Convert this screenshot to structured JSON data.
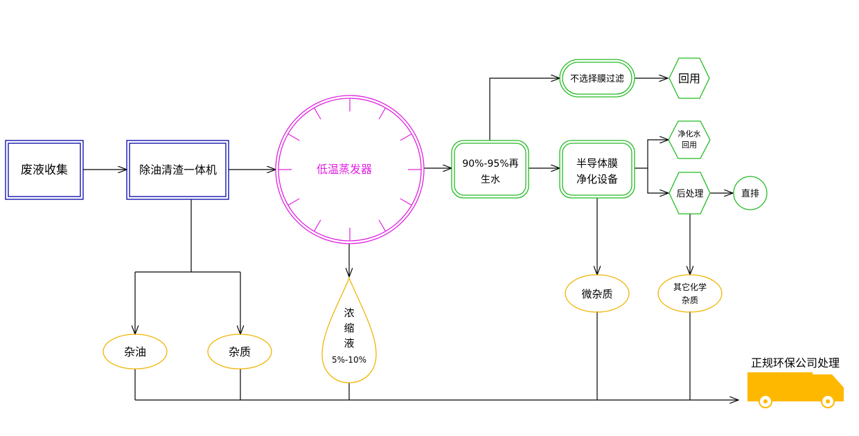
{
  "colors": {
    "blue": "#0000aa",
    "magenta": "#e020e0",
    "green": "#22bb22",
    "orange": "#f0b400",
    "truck": "#ffb800",
    "line": "#000000"
  },
  "nodes": {
    "collect": "废液收集",
    "oil_remover": "除油清渣一体机",
    "evaporator": "低温蒸发器",
    "recycled_water": {
      "line1": "90%-95%再",
      "line2": "生水"
    },
    "unselective_filter": "不选择膜过滤",
    "reuse": "回用",
    "semi_membrane": {
      "line1": "半导体膜",
      "line2": "净化设备"
    },
    "purified_reuse": {
      "line1": "净化水",
      "line2": "回用"
    },
    "post_treatment": "后处理",
    "discharge": "直排",
    "oil": "杂油",
    "impurity": "杂质",
    "concentrate": {
      "line1": "浓",
      "line2": "缩",
      "line3": "液",
      "line4": "5%-10%"
    },
    "micro_impurity": "微杂质",
    "other_chem": {
      "line1": "其它化学",
      "line2": "杂质"
    }
  },
  "truck_label": "正规环保公司处理"
}
